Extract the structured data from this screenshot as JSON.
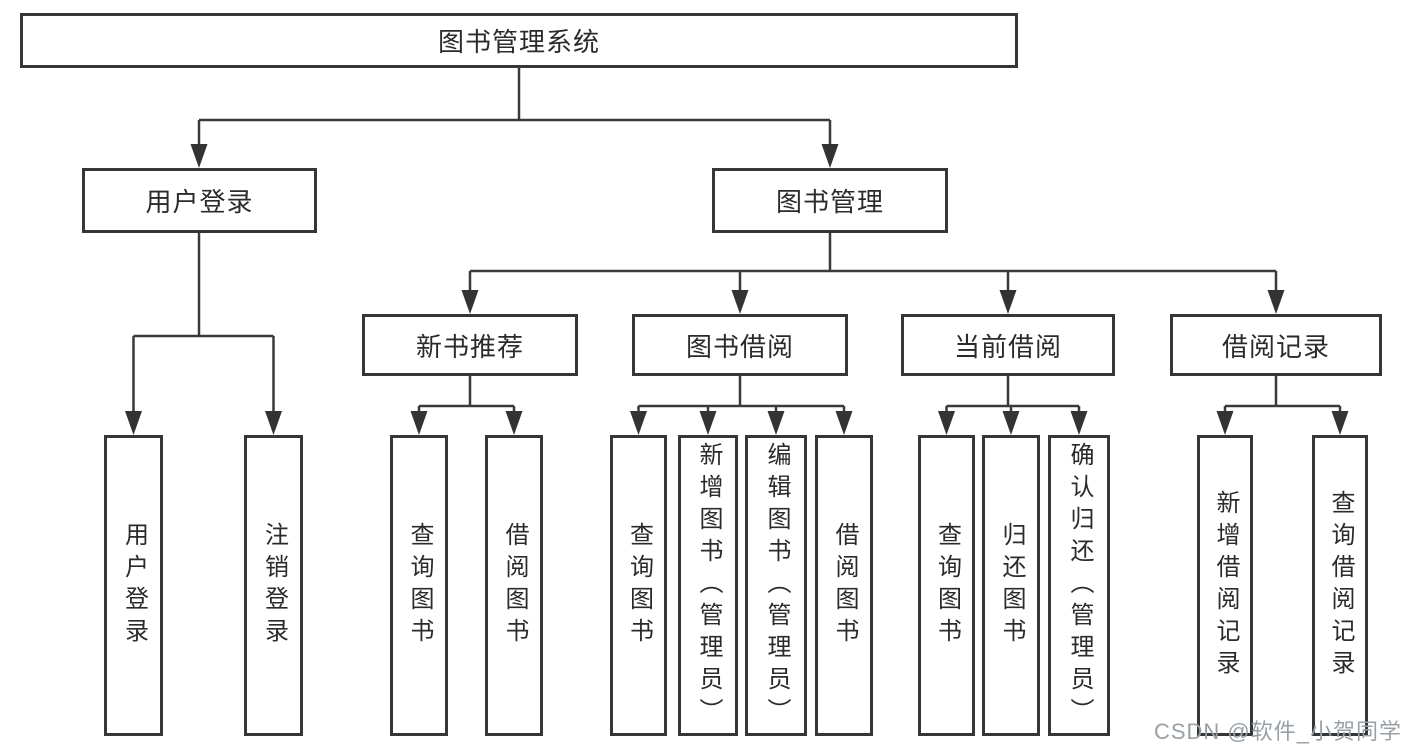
{
  "diagram": {
    "title": "图书管理系统",
    "branches": [
      {
        "label": "用户登录",
        "children": [
          {
            "label": "用户登录"
          },
          {
            "label": "注销登录"
          }
        ]
      },
      {
        "label": "图书管理",
        "children": [
          {
            "label": "新书推荐",
            "children": [
              {
                "label": "查询图书"
              },
              {
                "label": "借阅图书"
              }
            ]
          },
          {
            "label": "图书借阅",
            "children": [
              {
                "label": "查询图书"
              },
              {
                "label": "新增图书（管理员）"
              },
              {
                "label": "编辑图书（管理员）"
              },
              {
                "label": "借阅图书"
              }
            ]
          },
          {
            "label": "当前借阅",
            "children": [
              {
                "label": "查询图书"
              },
              {
                "label": "归还图书"
              },
              {
                "label": "确认归还（管理员）"
              }
            ]
          },
          {
            "label": "借阅记录",
            "children": [
              {
                "label": "新增借阅记录"
              },
              {
                "label": "查询借阅记录"
              }
            ]
          }
        ]
      }
    ]
  },
  "watermark": {
    "text": "CSDN @软件_小贺同学"
  },
  "colors": {
    "background": "#ffffff",
    "box_border": "#363636",
    "connector_line": "#3a3a3a",
    "arrowhead": "#333333",
    "text": "#2b2b2b",
    "watermark": "#98a0a6"
  }
}
